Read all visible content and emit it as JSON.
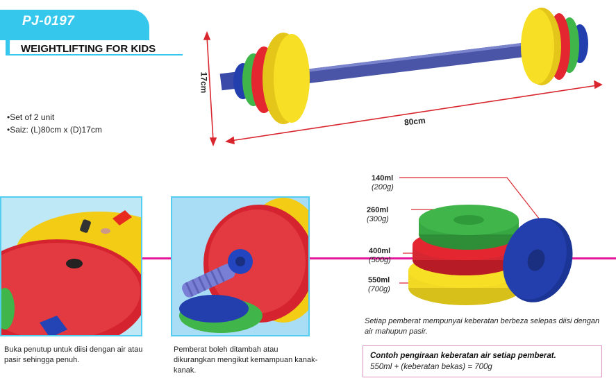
{
  "header": {
    "code": "PJ-0197",
    "title": "WEIGHTLIFTING FOR KIDS"
  },
  "specs": [
    "Set of 2 unit",
    "Saiz: (L)80cm x (D)17cm"
  ],
  "dimensions": {
    "length": "80cm",
    "diameter": "17cm"
  },
  "captions": {
    "fill": "Buka penutup untuk diisi dengan air atau pasir sehingga penuh.",
    "adjust": "Pemberat boleh ditambah atau dikurangkan mengikut kemampuan kanak-kanak."
  },
  "weights": [
    {
      "ml": "140ml",
      "g": "(200g)"
    },
    {
      "ml": "260ml",
      "g": "(300g)"
    },
    {
      "ml": "400ml",
      "g": "(500g)"
    },
    {
      "ml": "550ml",
      "g": "(700g)"
    }
  ],
  "note": "Setiap pemberat mempunyai keberatan berbeza selepas diisi dengan air mahupun pasir.",
  "calculation": {
    "title": "Contoh pengiraan keberatan air setiap pemberat.",
    "formula": "550ml + (keberatan bekas) = 700g"
  },
  "colors": {
    "accent": "#35c7ec",
    "divider": "#e4169b",
    "yellow": "#f6df24",
    "red": "#e32630",
    "green": "#3fb54a",
    "blue": "#233fae",
    "bar": "#4a55a8"
  }
}
